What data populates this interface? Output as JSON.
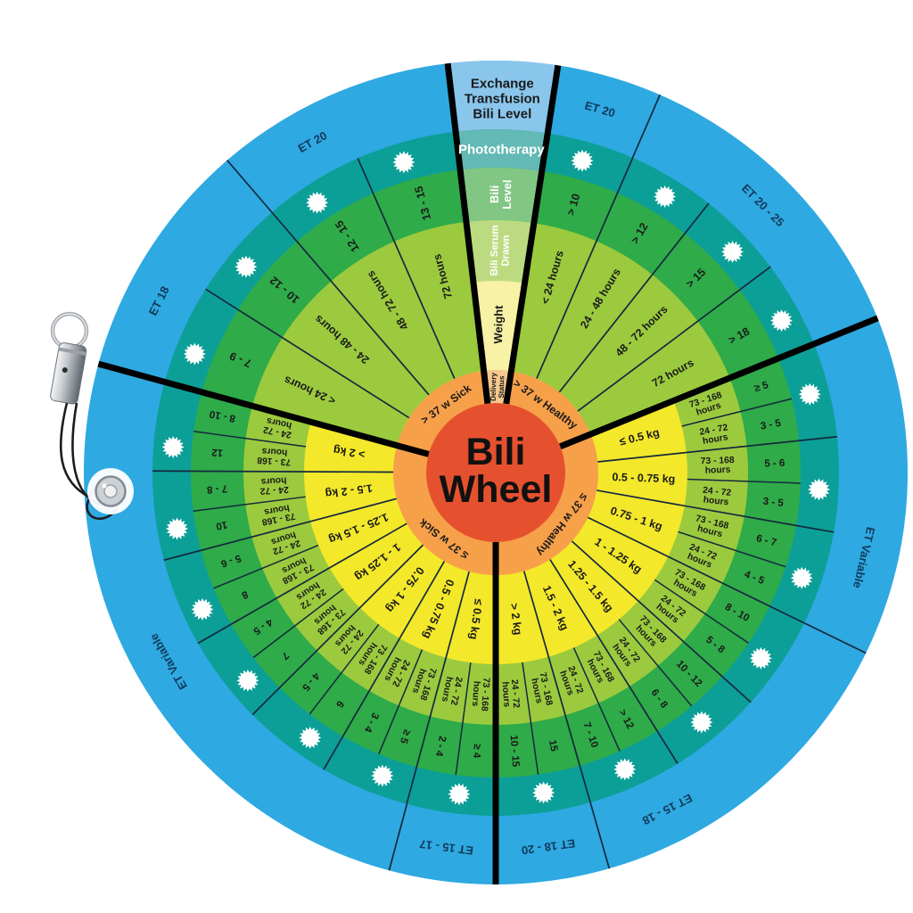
{
  "title": "Bili Wheel",
  "center_label": [
    "Bili",
    "Wheel"
  ],
  "legend": {
    "exchange": [
      "Exchange",
      "Transfusion",
      "Bili Level"
    ],
    "phototherapy": "Phototherapy",
    "bili_level": [
      "Bili",
      "Level"
    ],
    "serum": [
      "Bili Serum",
      "Drawn"
    ],
    "weight": "Weight",
    "delivery": [
      "Delivery",
      "Status"
    ]
  },
  "colors": {
    "background": "#ffffff",
    "et_ring": "#2fa9e1",
    "phototherapy_ring": "#0c9f97",
    "bili_level_ring": "#2fab49",
    "serum_ring": "#9bca3e",
    "weight_ring": "#f3e82a",
    "delivery_ring": "#f7a04a",
    "center": "#e5512e",
    "legend_et": "#8ac6ec",
    "legend_photo": "#62b9b5",
    "legend_bili": "#82c684",
    "legend_serum": "#bcdb80",
    "legend_weight": "#f7f2a5",
    "legend_delivery": "#f5c88e",
    "divider": "#14293e",
    "sector_line": "#000000",
    "text_dark": "#1a1a1a",
    "text_et": "#11395a",
    "text_white": "#ffffff",
    "burst": "#ffffff"
  },
  "chart_data": {
    "type": "wheel-table",
    "title": "Bili Wheel",
    "rings_inner_to_outer": [
      "Delivery Status",
      "Weight",
      "Bili Serum Drawn",
      "Bili Level",
      "Phototherapy",
      "Exchange Transfusion Bili Level"
    ],
    "legend_wedge": {
      "start": 353.3,
      "end": 368.7
    },
    "burst_angles": [
      15.5,
      31.5,
      47,
      62,
      76,
      93,
      109,
      125,
      140.5,
      156.5,
      171.5,
      186.5,
      200.5,
      215,
      230,
      245,
      260,
      274.5,
      291.5,
      309.5,
      326.5,
      343.5
    ],
    "sectors": [
      {
        "name": "> 37 w Healthy",
        "kind": "term",
        "start": 8.7,
        "end": 68,
        "label_angle": 36,
        "slices": [
          {
            "hours": "< 24 hours",
            "bili": "> 10"
          },
          {
            "hours": "24 - 48 hours",
            "bili": "> 12"
          },
          {
            "hours": "48 - 72 hours",
            "bili": "> 15"
          },
          {
            "hours": "72 hours",
            "bili": "> 18"
          }
        ],
        "et": [
          {
            "label": "ET 20",
            "end": 23.5,
            "label_angle": 16
          },
          {
            "label": "ET 20 - 25",
            "end": 68,
            "label_angle": 45
          }
        ]
      },
      {
        "name": "≤ 37 w Healthy",
        "kind": "preterm",
        "start": 68,
        "end": 180,
        "label_angle": 128,
        "weights": [
          {
            "weight": "≤ 0.5 kg",
            "rows": [
              {
                "hours": [
                  "73 - 168",
                  "hours"
                ],
                "bili": "≥ 5"
              },
              {
                "hours": [
                  "24 - 72",
                  "hours"
                ],
                "bili": "3 - 5"
              }
            ]
          },
          {
            "weight": "0.5 - 0.75 kg",
            "rows": [
              {
                "hours": [
                  "73 - 168",
                  "hours"
                ],
                "bili": "5 - 6"
              },
              {
                "hours": [
                  "24 - 72",
                  "hours"
                ],
                "bili": "3 - 5"
              }
            ]
          },
          {
            "weight": "0.75 - 1 kg",
            "rows": [
              {
                "hours": [
                  "73 - 168",
                  "hours"
                ],
                "bili": "6 - 7"
              },
              {
                "hours": [
                  "24 - 72",
                  "hours"
                ],
                "bili": "4 - 5"
              }
            ]
          },
          {
            "weight": "1 - 1.25 kg",
            "rows": [
              {
                "hours": [
                  "73 - 168",
                  "hours"
                ],
                "bili": "8 - 10"
              },
              {
                "hours": [
                  "24 - 72",
                  "hours"
                ],
                "bili": "5 - 8"
              }
            ]
          },
          {
            "weight": "1.25 - 1.5 kg",
            "rows": [
              {
                "hours": [
                  "73 - 168",
                  "hours"
                ],
                "bili": "10 - 12"
              },
              {
                "hours": [
                  "24 - 72",
                  "hours"
                ],
                "bili": "6 - 8"
              }
            ]
          },
          {
            "weight": "1.5 - 2 kg",
            "rows": [
              {
                "hours": [
                  "73 - 168",
                  "hours"
                ],
                "bili": "> 12"
              },
              {
                "hours": [
                  "24 - 72",
                  "hours"
                ],
                "bili": "7 - 10"
              }
            ]
          },
          {
            "weight": "> 2 kg",
            "rows": [
              {
                "hours": [
                  "73 - 168",
                  "hours"
                ],
                "bili": "15"
              },
              {
                "hours": [
                  "24 - 72",
                  "hours"
                ],
                "bili": "10 - 15"
              }
            ]
          }
        ],
        "et": [
          {
            "label": "ET Variable",
            "end": 116,
            "label_angle": 103
          },
          {
            "label": "ET 15 - 18",
            "end": 164,
            "label_angle": 153
          },
          {
            "label": "ET 18 - 20",
            "end": 180,
            "label_angle": 172
          }
        ]
      },
      {
        "name": "≤ 37 w Sick",
        "kind": "preterm",
        "start": 180,
        "end": 285.3,
        "label_angle": 218,
        "weights": [
          {
            "weight": "≤ 0.5 kg",
            "rows": [
              {
                "hours": [
                  "73 - 168",
                  "hours"
                ],
                "bili": "≥ 4"
              },
              {
                "hours": [
                  "24 - 72",
                  "hours"
                ],
                "bili": "2 - 4"
              }
            ]
          },
          {
            "weight": "0.5 - 0.75 kg",
            "rows": [
              {
                "hours": [
                  "73 - 168",
                  "hours"
                ],
                "bili": "≥ 5"
              },
              {
                "hours": [
                  "24 - 72",
                  "hours"
                ],
                "bili": "3 - 4"
              }
            ]
          },
          {
            "weight": "0.75 - 1 kg",
            "rows": [
              {
                "hours": [
                  "73 - 168",
                  "hours"
                ],
                "bili": "6"
              },
              {
                "hours": [
                  "24 - 72",
                  "hours"
                ],
                "bili": "4 - 5"
              }
            ]
          },
          {
            "weight": "1 - 1.25 kg",
            "rows": [
              {
                "hours": [
                  "73 - 168",
                  "hours"
                ],
                "bili": "7"
              },
              {
                "hours": [
                  "24 - 72",
                  "hours"
                ],
                "bili": "4 - 5"
              }
            ]
          },
          {
            "weight": "1.25 - 1.5 kg",
            "rows": [
              {
                "hours": [
                  "73 - 168",
                  "hours"
                ],
                "bili": "8"
              },
              {
                "hours": [
                  "24 - 72",
                  "hours"
                ],
                "bili": "5 - 6"
              }
            ]
          },
          {
            "weight": "1.5 - 2 kg",
            "rows": [
              {
                "hours": [
                  "73 - 168",
                  "hours"
                ],
                "bili": "10"
              },
              {
                "hours": [
                  "24 - 72",
                  "hours"
                ],
                "bili": "7 - 8"
              }
            ]
          },
          {
            "weight": "> 2 kg",
            "rows": [
              {
                "hours": [
                  "73 - 168",
                  "hours"
                ],
                "bili": "12"
              },
              {
                "hours": [
                  "24 - 72",
                  "hours"
                ],
                "bili": "8 - 10"
              }
            ]
          }
        ],
        "et": [
          {
            "label": "ET 15 - 17",
            "end": 195,
            "label_angle": 187.5
          },
          {
            "label": "ET Variable",
            "end": 285.3,
            "label_angle": 240
          }
        ]
      },
      {
        "name": "> 37 w Sick",
        "kind": "term",
        "start": 285.3,
        "end": 353.3,
        "label_angle": 324,
        "slices": [
          {
            "hours": "< 24 hours",
            "bili": "7 - 9"
          },
          {
            "hours": "24 - 48 hours",
            "bili": "10 - 12"
          },
          {
            "hours": "48 - 72 hours",
            "bili": "12 - 15"
          },
          {
            "hours": "72 hours",
            "bili": "13 - 15"
          }
        ],
        "et": [
          {
            "label": "ET 18",
            "end": 319.3,
            "label_angle": 297
          },
          {
            "label": "ET 20",
            "end": 353.3,
            "label_angle": 331
          }
        ]
      }
    ]
  }
}
